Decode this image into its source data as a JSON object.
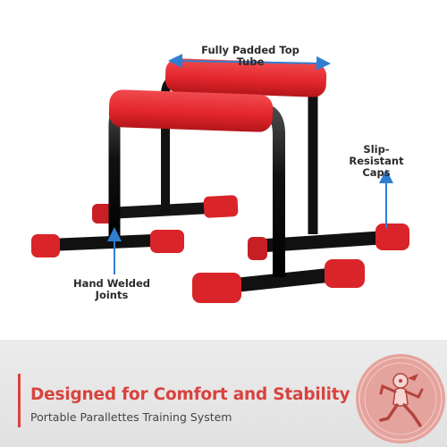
{
  "callouts": {
    "top_tube": "Fully Padded Top Tube",
    "caps_line1": "Slip-Resistant",
    "caps_line2": "Caps",
    "joints_line1": "Hand Welded",
    "joints_line2": "Joints"
  },
  "banner": {
    "title": "Designed for Comfort and Stability",
    "subtitle": "Portable Parallettes Training System"
  },
  "colors": {
    "accent": "#d9423e",
    "arrow": "#2f7fd1",
    "foam": "#e3262c",
    "frame": "#1a1a1a",
    "banner_bg": "#e6e6e6",
    "logo_bg": "#e5a39d"
  },
  "icons": {
    "logo": "runner-mascot-logo-icon"
  }
}
